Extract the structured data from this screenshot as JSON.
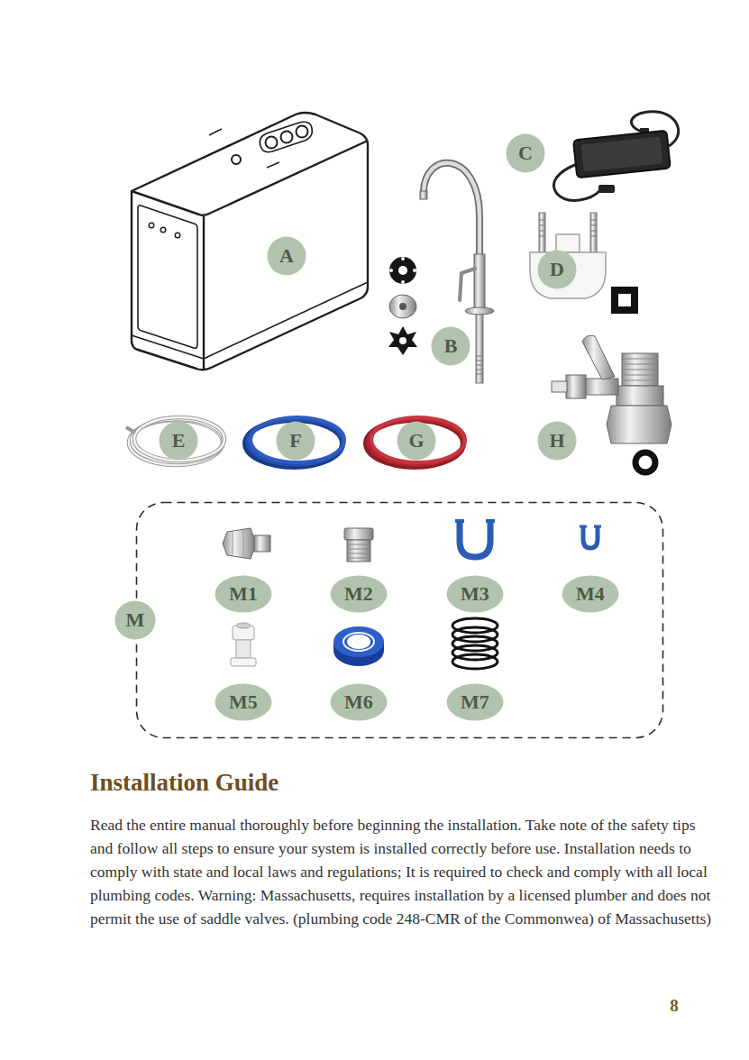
{
  "diagram": {
    "title": "Installation Guide",
    "nodes": [
      {
        "text": [
          "A"
        ]
      },
      {
        "text": [
          "B"
        ]
      },
      {
        "text": [
          "C"
        ]
      },
      {
        "text": [
          "D"
        ]
      },
      {
        "text": [
          "E"
        ]
      },
      {
        "text": [
          "F"
        ]
      },
      {
        "text": [
          "G"
        ]
      },
      {
        "text": [
          "H"
        ]
      },
      {
        "text": [
          "M"
        ]
      },
      {
        "text": [
          "M1"
        ],
        "in": 8
      },
      {
        "text": [
          "M2"
        ],
        "in": 8
      },
      {
        "text": [
          "M3"
        ],
        "in": 8
      },
      {
        "text": [
          "M4"
        ],
        "in": 8
      },
      {
        "text": [
          "M5"
        ],
        "in": 8
      },
      {
        "text": [
          "M6"
        ],
        "in": 8
      },
      {
        "text": [
          "M7"
        ],
        "in": 8
      }
    ],
    "labels": [
      "Read the entire manual thoroughly before beginning the installation. Take note of the safety tips and follow all steps to ensure your system is installed correctly before use. Installation needs to comply with state and local laws and regulations; It is required to check and comply with all local plumbing codes. Warning: Massachusetts, requires installation by a licensed plumber and does not permit the use of saddle valves. (plumbing code 248-CMR of the Commonwea) of Massachusetts)",
      "8"
    ]
  }
}
